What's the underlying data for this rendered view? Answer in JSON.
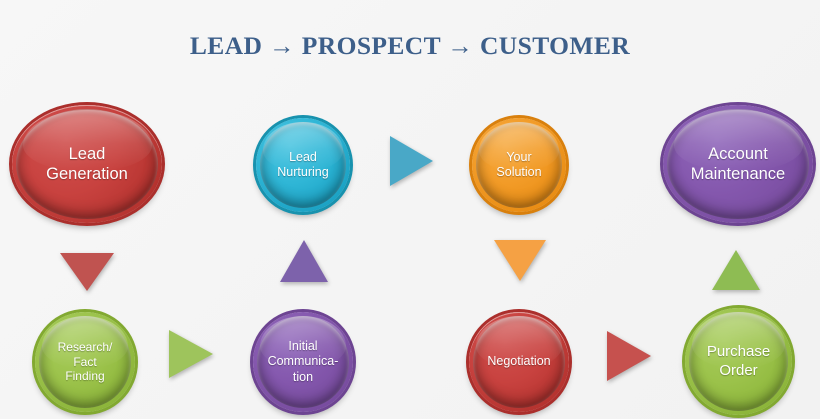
{
  "diagram": {
    "title": "LEAD → PROSPECT → CUSTOMER",
    "background_color": "#f5f5f5",
    "title_color": "#3d5f8a"
  },
  "nodes": [
    {
      "id": "lead-generation",
      "label": "Lead\nGeneration",
      "color": "#c8423f",
      "color_name": "red",
      "row": "top",
      "font_size": 16.5
    },
    {
      "id": "lead-nurturing",
      "label": "Lead\nNurturing",
      "color": "#2fb6d6",
      "color_name": "cyan",
      "row": "top",
      "font_size": 12.5
    },
    {
      "id": "your-solution",
      "label": "Your\nSolution",
      "color": "#f29b27",
      "color_name": "orange",
      "row": "top",
      "font_size": 12.5
    },
    {
      "id": "account-maintenance",
      "label": "Account\nMaintenance",
      "color": "#8457ad",
      "color_name": "purple",
      "row": "top",
      "font_size": 16.5
    },
    {
      "id": "research-fact-finding",
      "label": "Research/\nFact\nFinding",
      "color": "#9bc24a",
      "color_name": "green",
      "row": "bottom",
      "font_size": 12
    },
    {
      "id": "initial-communication",
      "label": "Initial\nCommunica-\ntion",
      "color": "#8457ad",
      "color_name": "purple",
      "row": "bottom",
      "font_size": 12.5
    },
    {
      "id": "negotiation",
      "label": "Negotiation",
      "color": "#c8423f",
      "color_name": "red",
      "row": "bottom",
      "font_size": 12.5
    },
    {
      "id": "purchase-order",
      "label": "Purchase\nOrder",
      "color": "#9bc24a",
      "color_name": "green",
      "row": "bottom",
      "font_size": 15
    }
  ],
  "arrows": [
    {
      "id": "lead-generation-to-research",
      "direction": "down",
      "color": "#c05350"
    },
    {
      "id": "research-to-initial-communication",
      "direction": "right",
      "color": "#9ec45c"
    },
    {
      "id": "initial-communication-to-nurturing",
      "direction": "up",
      "color": "#7d62ab"
    },
    {
      "id": "nurturing-to-your-solution",
      "direction": "right",
      "color": "#49a8c7"
    },
    {
      "id": "your-solution-to-negotiation",
      "direction": "down",
      "color": "#f5a144"
    },
    {
      "id": "negotiation-to-purchase-order",
      "direction": "right",
      "color": "#c6514e"
    },
    {
      "id": "purchase-order-to-account",
      "direction": "up",
      "color": "#8ebc53"
    }
  ]
}
